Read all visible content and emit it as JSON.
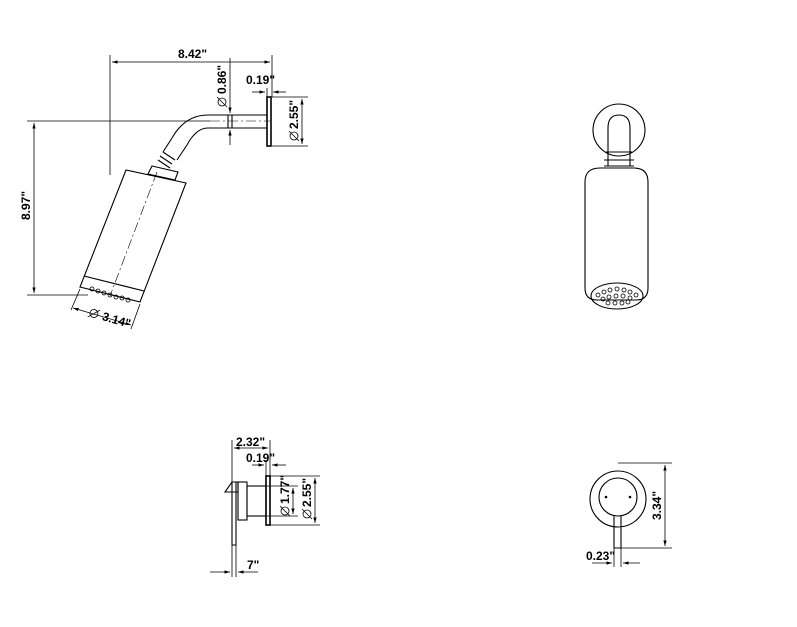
{
  "colors": {
    "line": "#000000",
    "background": "#ffffff"
  },
  "shower_side_view": {
    "arm_length": "8.42\"",
    "arm_diameter": "0.86\"",
    "flange_thickness": "0.19\"",
    "flange_diameter": "2.55\"",
    "overall_height": "8.97\"",
    "head_diameter": "3.14\""
  },
  "valve_side_view": {
    "depth": "2.32\"",
    "plate_thickness": "0.19\"",
    "body_diameter": "1.77\"",
    "plate_diameter": "2.55\"",
    "handle_offset": "7\""
  },
  "valve_front_view": {
    "height": "3.34\"",
    "handle_width": "0.23\""
  },
  "symbols": {
    "diameter": "diameter-icon"
  }
}
